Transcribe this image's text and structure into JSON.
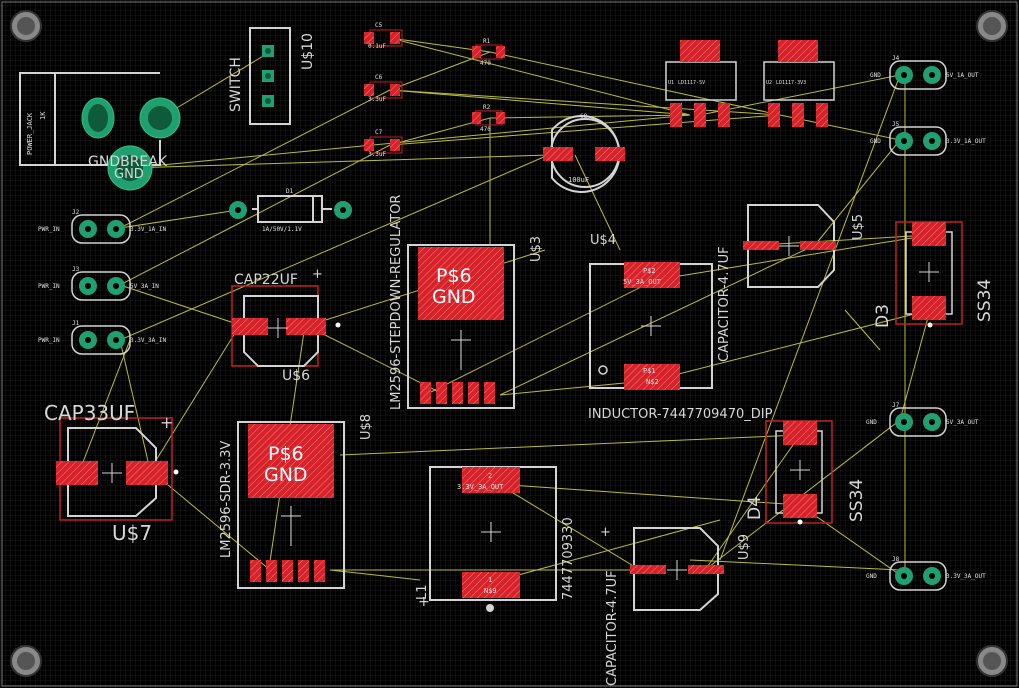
{
  "components": {
    "power_jack": {
      "label": "POWER_JACK",
      "value": "1K"
    },
    "gndbreak": {
      "label": "GNDBREAK",
      "pin": "GND"
    },
    "switch": {
      "name": "SWITCH",
      "ref": "U$10"
    },
    "c5": {
      "ref": "C5",
      "value": "0.1uF"
    },
    "c6": {
      "ref": "C6",
      "value": "3.3uF"
    },
    "c7": {
      "ref": "C7",
      "value": "3.3uF"
    },
    "r1": {
      "ref": "R1",
      "value": "470"
    },
    "r2": {
      "ref": "R2",
      "value": "470"
    },
    "c8": {
      "ref": "C8",
      "value": "100uF"
    },
    "d1": {
      "ref": "D1",
      "value": "1A/50V/1.1V"
    },
    "u3": {
      "name": "LM2596-STEPDOWN-REGULATOR",
      "ref": "U$3",
      "pad1": "P$6",
      "pad2": "GND"
    },
    "u4": {
      "ref": "U$4",
      "name": "INDUCTOR-7447709470_DIP",
      "pin_top_num": "P$2",
      "pin_top": "5V_3A_OUT",
      "pin_bot_num": "P$1",
      "pin_bot": "N$2"
    },
    "u5": {
      "name": "CAPACITOR-4.7UF",
      "ref": "U$5"
    },
    "d3": {
      "ref": "D3",
      "value": "SS34"
    },
    "d4": {
      "ref": "D4",
      "value": "SS34"
    },
    "cap22": {
      "name": "CAP22UF",
      "ref": "U$6"
    },
    "cap33": {
      "name": "CAP33UF",
      "ref": "U$7"
    },
    "u8": {
      "name": "LM2596-SDR-3.3V",
      "ref": "U$8",
      "pad1": "P$6",
      "pad2": "GND"
    },
    "l1": {
      "ref": "L1",
      "name": "7447709330",
      "pin_top_num": "2",
      "pin_top": "3.3V_3A_OUT",
      "pin_bot_num": "1",
      "pin_bot": "N$9"
    },
    "u9": {
      "name": "CAPACITOR-4.7UF",
      "ref": "U$9"
    }
  },
  "connectors": {
    "j2": {
      "ref": "J2",
      "left": "PWR_IN",
      "right": "3.3V_1A_IN"
    },
    "j3": {
      "ref": "J3",
      "left": "PWR_IN",
      "right": "5V_3A_IN"
    },
    "j1": {
      "ref": "J1",
      "left": "PWR_IN",
      "right": "3.3V_3A_IN"
    },
    "j4": {
      "ref": "J4",
      "left": "GND",
      "right": "5V_1A_OUT"
    },
    "j5": {
      "ref": "J5",
      "left": "GND",
      "right": "3.3V_1A_OUT"
    },
    "j7": {
      "ref": "J7",
      "left": "GND",
      "right": "5V_3A_OUT"
    },
    "j8": {
      "ref": "J8",
      "left": "GND",
      "right": "3.3V_3A_OUT"
    }
  },
  "regulators": {
    "u1": {
      "ref": "U1",
      "name": "LD1117-5V"
    },
    "u2": {
      "ref": "U2",
      "name": "LD1117-3V3"
    }
  },
  "colors": {
    "background": "#000000",
    "grid": "#3b3b3b",
    "pad": "#d7222a",
    "pad_hatch": "#ff8a8a",
    "silk": "#d4d4d4",
    "airwire": "#d9d943",
    "via": "#20a070",
    "outline": "#c02020"
  }
}
